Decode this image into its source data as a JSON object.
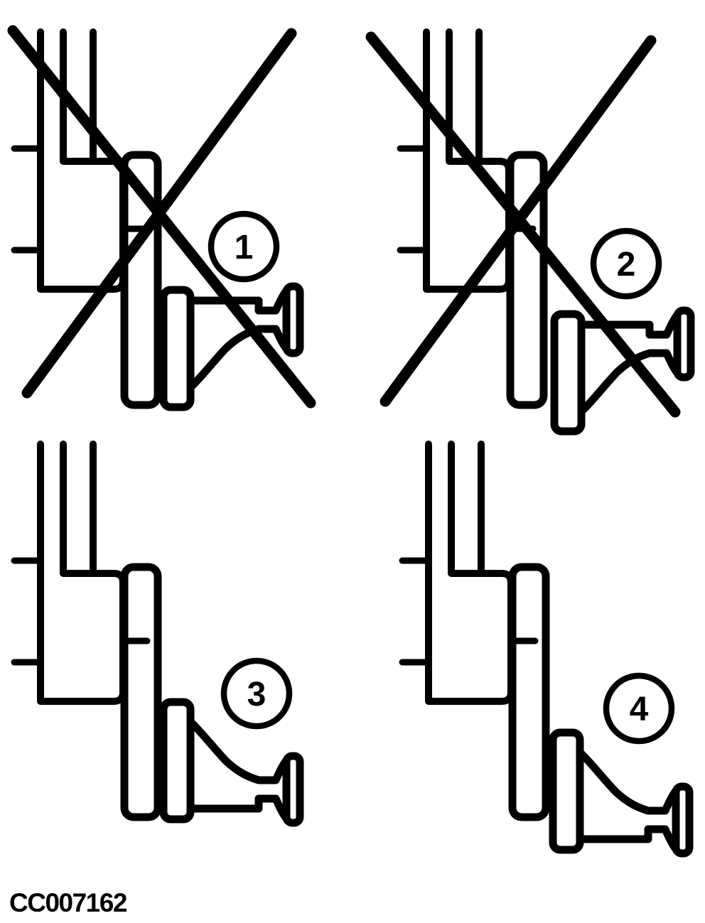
{
  "figure": {
    "type": "service-manual-illustration",
    "subject": "horn mounting orientation diagram",
    "code": "CC007162",
    "colors": {
      "line": "#000000",
      "background": "#ffffff"
    },
    "panels": [
      {
        "label": "1",
        "status": "incorrect",
        "crossed_out": true,
        "horn_orientation": "bell-up, mounted high"
      },
      {
        "label": "2",
        "status": "incorrect",
        "crossed_out": true,
        "horn_orientation": "bell-up, mounted low"
      },
      {
        "label": "3",
        "status": "correct",
        "crossed_out": false,
        "horn_orientation": "bell-down, mounted high"
      },
      {
        "label": "4",
        "status": "correct",
        "crossed_out": false,
        "horn_orientation": "bell-down, mounted low"
      }
    ]
  }
}
